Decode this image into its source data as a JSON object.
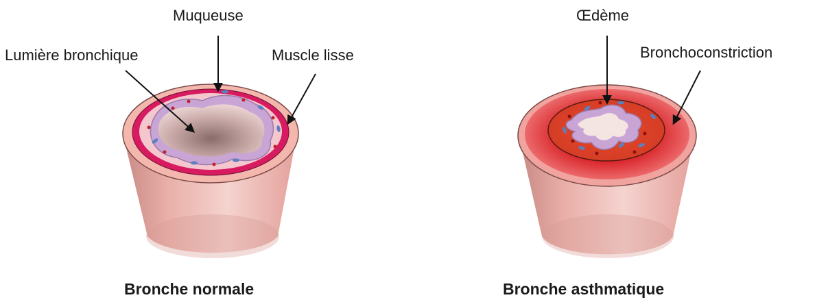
{
  "normal": {
    "label_mucosa": "Muqueuse",
    "label_lumen": "Lumière bronchique",
    "label_muscle": "Muscle lisse",
    "caption": "Bronche normale"
  },
  "asthmatic": {
    "label_edema": "Œdème",
    "label_bronchoconstriction": "Bronchoconstriction",
    "caption": "Bronche asthmatique"
  },
  "colors": {
    "tube_light": "#f3c9c5",
    "tube_mid": "#e8a8a2",
    "tube_dark": "#c98a85",
    "muscle": "#d81b60",
    "mucosa": "#c6a6d6",
    "lumen": "#f2dcdc",
    "asthma_wall": "#e8333a",
    "edema": "#e64a30"
  }
}
